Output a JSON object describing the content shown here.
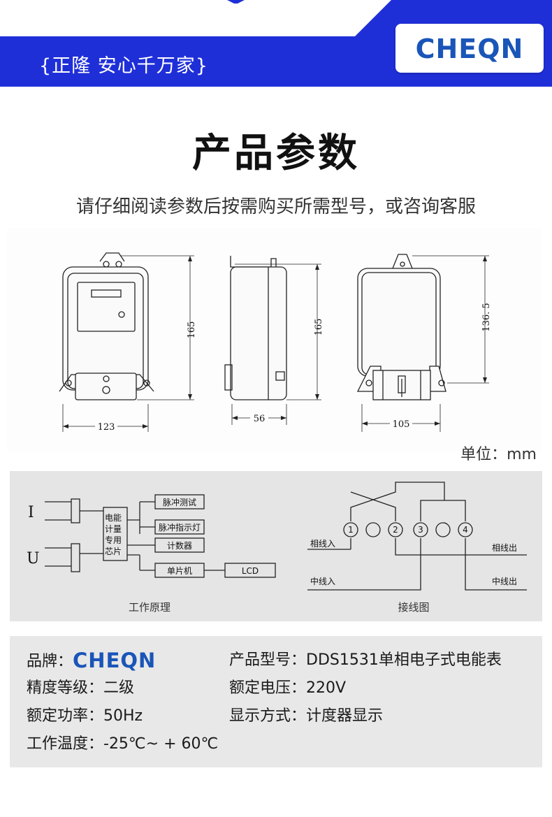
{
  "header": {
    "slogan": "{正隆  安心千万家}",
    "logo_text": "CHEQN",
    "colors": {
      "banner": "#1f2fd8",
      "logo": "#1a55b8"
    }
  },
  "title": "产品参数",
  "subtitle": "请仔细阅读参数后按需购买所需型号，或咨询客服",
  "drawings": {
    "front_height": "165",
    "front_width": "123",
    "side_height": "165",
    "side_depth": "56",
    "back_height": "136. 5",
    "back_width": "105",
    "unit_note": "单位：mm"
  },
  "principle": {
    "label_i": "I",
    "label_u": "U",
    "chip_lines": [
      "电能",
      "计量",
      "专用",
      "芯片"
    ],
    "pulse_test": "脉冲测试",
    "pulse_light": "脉冲指示灯",
    "counter": "计数器",
    "mcu": "单片机",
    "lcd": "LCD",
    "caption": "工作原理"
  },
  "wiring": {
    "terminals": [
      "1",
      "2",
      "3",
      "4"
    ],
    "phase_in": "相线入",
    "phase_out": "相线出",
    "neutral_in": "中线入",
    "neutral_out": "中线出",
    "caption": "接线图"
  },
  "specs": {
    "brand_label": "品牌：",
    "brand_logo": "CHEQN",
    "model_label": "产品型号：",
    "model_value": "DDS1531单相电子式电能表",
    "accuracy": "精度等级：二级",
    "voltage": "额定电压：220V",
    "power_freq": "额定功率：50Hz",
    "display": "显示方式：计度器显示",
    "temperature": "工作温度：-25℃~ + 60℃"
  }
}
